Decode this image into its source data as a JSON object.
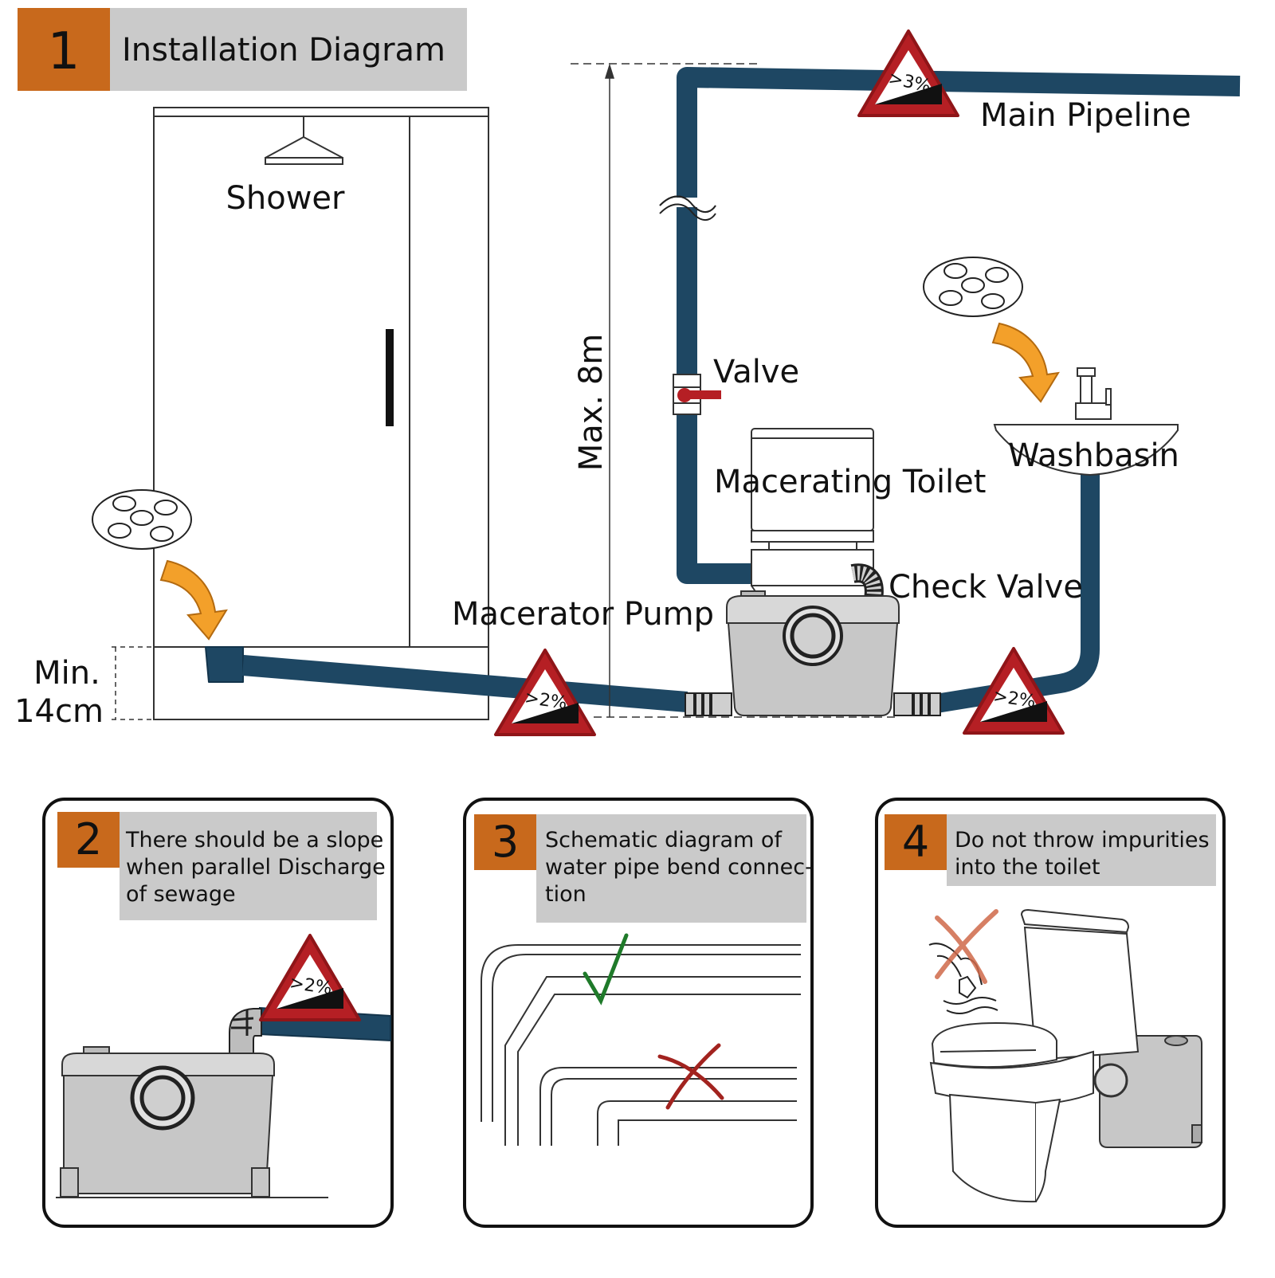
{
  "header": {
    "number": "1",
    "title": "Installation Diagram"
  },
  "labels": {
    "shower": "Shower",
    "main_pipeline": "Main Pipeline",
    "valve": "Valve",
    "max_height": "Max. 8m",
    "macerating_toilet": "Macerating Toilet",
    "washbasin": "Washbasin",
    "check_valve": "Check Valve",
    "macerator_pump": "Macerator Pump",
    "min_line1": "Min.",
    "min_line2": "14cm"
  },
  "slopes": {
    "main": ">3%",
    "shower_drain": ">2%",
    "basin_drain": ">2%",
    "panel2": ">2%"
  },
  "panels": [
    {
      "number": "2",
      "lines": [
        "There should be a slope",
        "when parallel Discharge",
        "of sewage"
      ]
    },
    {
      "number": "3",
      "lines": [
        "Schematic diagram of",
        "water pipe bend connec-",
        "tion"
      ]
    },
    {
      "number": "4",
      "lines": [
        "Do not throw impurities",
        "into the toilet"
      ]
    }
  ],
  "icons": [
    "drain-icon",
    "arrow-icon",
    "warning-triangle-icon",
    "check-icon",
    "cross-icon"
  ],
  "colors": {
    "badge": "#c8691c",
    "header_bg": "#cacaca",
    "pipe": "#1e4763",
    "warning_red": "#b51f24",
    "arrow": "#f3a02a",
    "pump_gray": "#c7c7c7",
    "check_green": "#1f7a2a",
    "cross_red": "#a2231f"
  }
}
